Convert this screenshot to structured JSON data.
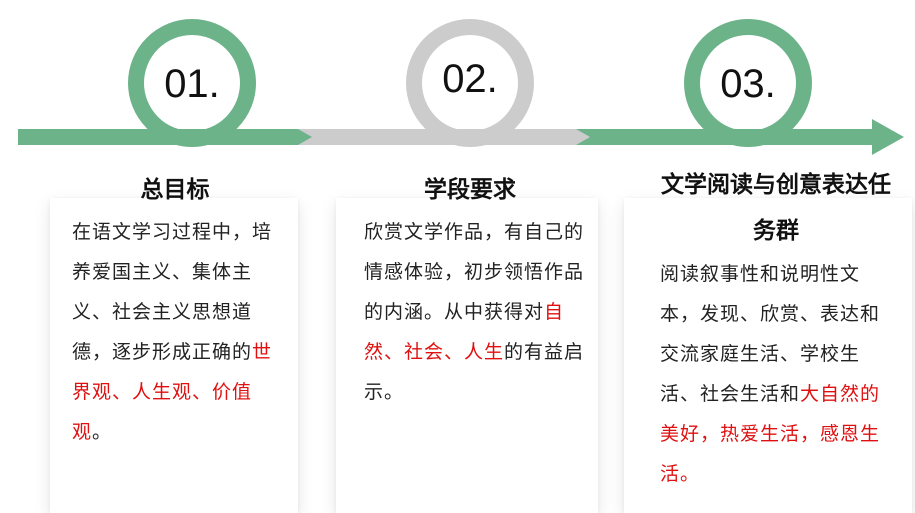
{
  "colors": {
    "green": "#6cb38a",
    "gray": "#cccccc",
    "highlight": "#e01010"
  },
  "steps": [
    {
      "number": "01.",
      "title": "总目标",
      "body": {
        "text1": "在语文学习过程中，培养爱国主义、集体主义、社会主义思想道德，逐步形成正确的",
        "highlight": "世界观、人生观、价值观",
        "text2": "。"
      }
    },
    {
      "number": "02.",
      "title": "学段要求",
      "body": {
        "text1": "欣赏文学作品，有自己的情感体验，初步领悟作品的内涵。从中获得对",
        "highlight": "自然、社会、人生",
        "text2": "的有益启示。"
      }
    },
    {
      "number": "03.",
      "title": "文学阅读与创意表达任务群",
      "body": {
        "text1": "阅读叙事性和说明性文本，发现、欣赏、表达和交流家庭生活、学校生活、社会生活和",
        "highlight": "大自然的美好，热爱生活，感恩生活",
        "text2": "。"
      }
    }
  ]
}
